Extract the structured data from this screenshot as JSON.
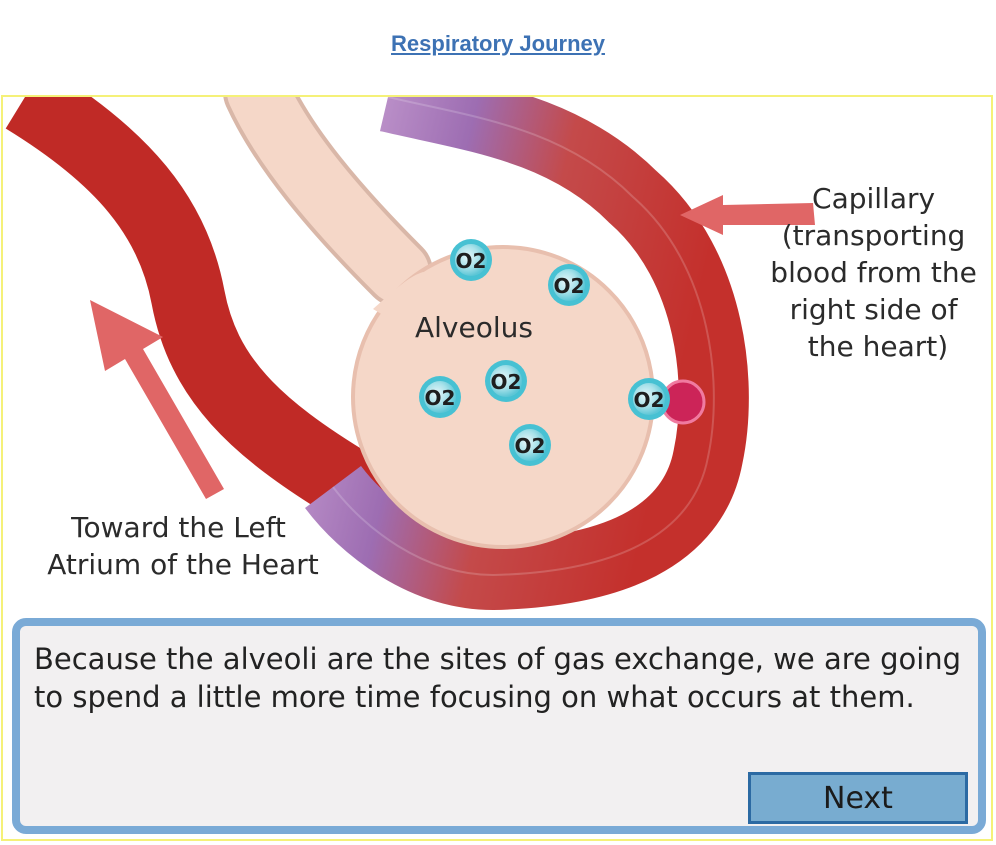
{
  "page": {
    "title": "Respiratory Journey"
  },
  "diagram": {
    "labels": {
      "capillary": [
        "Capillary",
        "(transporting",
        "blood from the",
        "right side of",
        "the heart)"
      ],
      "alveolus": "Alveolus",
      "toward": [
        "Toward the Left",
        "Atrium of the Heart"
      ]
    },
    "oxygen_label": "O2",
    "colors": {
      "vessel_red": "#c4302c",
      "alveolus_fill": "#f5d7c8",
      "deoxygenated_purple": "#9d6db2",
      "arrow": "#e06666",
      "oxygen_molecule": "#47c1d3",
      "red_blood_cell": "#cc2458"
    }
  },
  "dialog": {
    "text": "Because the alveoli are the sites of gas exchange, we are going to spend a little more time focusing on what occurs at them.",
    "next_label": "Next"
  }
}
